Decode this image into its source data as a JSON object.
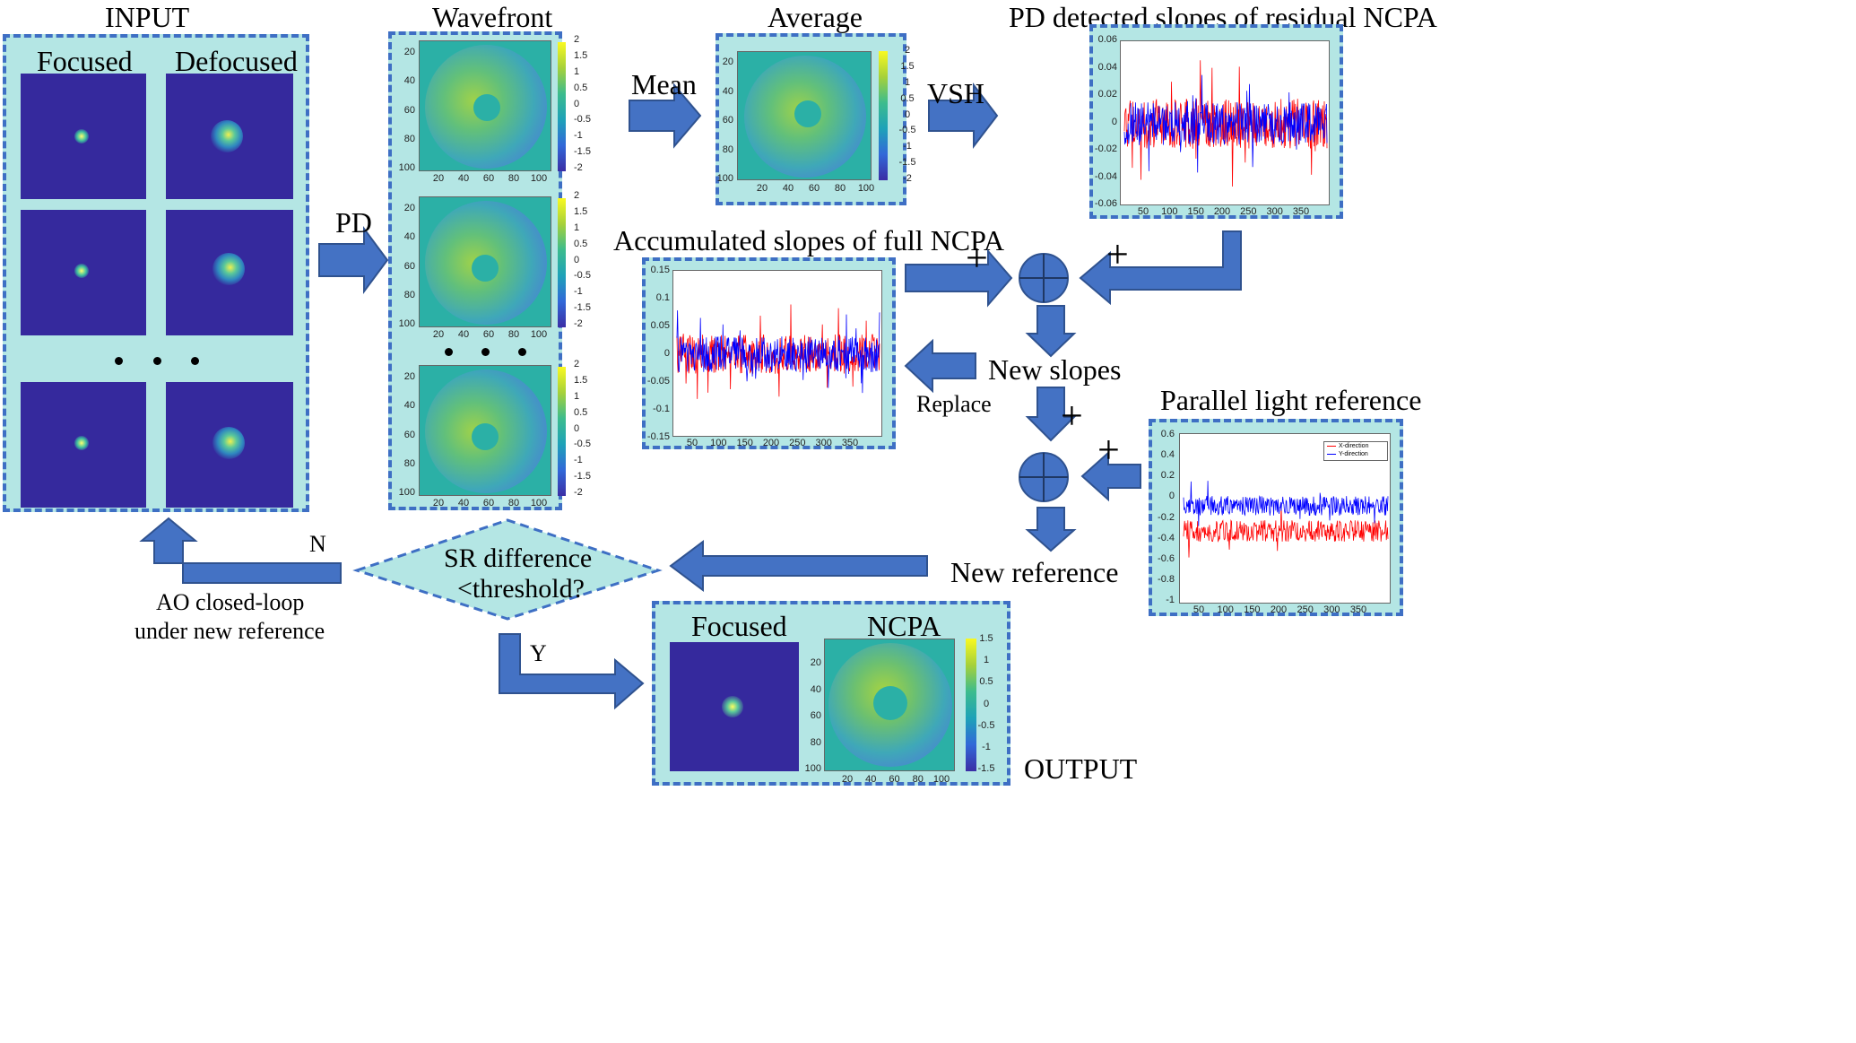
{
  "input": {
    "title": "INPUT",
    "focused_label": "Focused",
    "defocused_label": "Defocused"
  },
  "wavefront": {
    "title": "Wavefront",
    "yticks": [
      "20",
      "40",
      "60",
      "80",
      "100"
    ],
    "xticks": [
      "20",
      "40",
      "60",
      "80",
      "100"
    ],
    "cticks": [
      "2",
      "1.5",
      "1",
      "0.5",
      "0",
      "-0.5",
      "-1",
      "-1.5",
      "-2"
    ]
  },
  "average": {
    "title": "Average",
    "yticks": [
      "20",
      "40",
      "60",
      "80",
      "100"
    ],
    "xticks": [
      "20",
      "40",
      "60",
      "80",
      "100"
    ],
    "cticks": [
      "2",
      "1.5",
      "1",
      "0.5",
      "0",
      "-0.5",
      "-1",
      "-1.5",
      "-2"
    ]
  },
  "pd_slopes": {
    "title": "PD detected slopes of residual NCPA",
    "yticks": [
      "0.06",
      "0.04",
      "0.02",
      "0",
      "-0.02",
      "-0.04",
      "-0.06"
    ],
    "xticks": [
      "50",
      "100",
      "150",
      "200",
      "250",
      "300",
      "350"
    ]
  },
  "accum_slopes": {
    "title": "Accumulated slopes of full NCPA",
    "yticks": [
      "0.15",
      "0.1",
      "0.05",
      "0",
      "-0.05",
      "-0.1",
      "-0.15"
    ],
    "xticks": [
      "50",
      "100",
      "150",
      "200",
      "250",
      "300",
      "350"
    ]
  },
  "parallel_ref": {
    "title": "Parallel light reference",
    "yticks": [
      "0.6",
      "0.4",
      "0.2",
      "0",
      "-0.2",
      "-0.4",
      "-0.6",
      "-0.8",
      "-1"
    ],
    "xticks": [
      "50",
      "100",
      "150",
      "200",
      "250",
      "300",
      "350"
    ],
    "legend": [
      "X-direction",
      "Y-direction"
    ]
  },
  "output": {
    "title": "OUTPUT",
    "focused_label": "Focused",
    "ncpa_label": "NCPA",
    "yticks": [
      "20",
      "40",
      "60",
      "80",
      "100"
    ],
    "xticks": [
      "20",
      "40",
      "60",
      "80",
      "100"
    ],
    "cticks": [
      "1.5",
      "1",
      "0.5",
      "0",
      "-0.5",
      "-1",
      "-1.5"
    ]
  },
  "flow": {
    "pd": "PD",
    "mean": "Mean",
    "vsh": "VSH",
    "plus": "+",
    "new_slopes": "New slopes",
    "replace": "Replace",
    "new_reference": "New reference",
    "decision_line1": "SR difference",
    "decision_line2": "<threshold?",
    "yes": "Y",
    "no": "N",
    "loop_line1": "AO closed-loop",
    "loop_line2": "under new reference"
  },
  "colors": {
    "panel_bg": "#b4e6e4",
    "panel_border": "#3e6fc4",
    "arrow": "#4472c4",
    "psf_bg": "#35299d",
    "x_series": "#ff0000",
    "y_series": "#0000ff"
  }
}
